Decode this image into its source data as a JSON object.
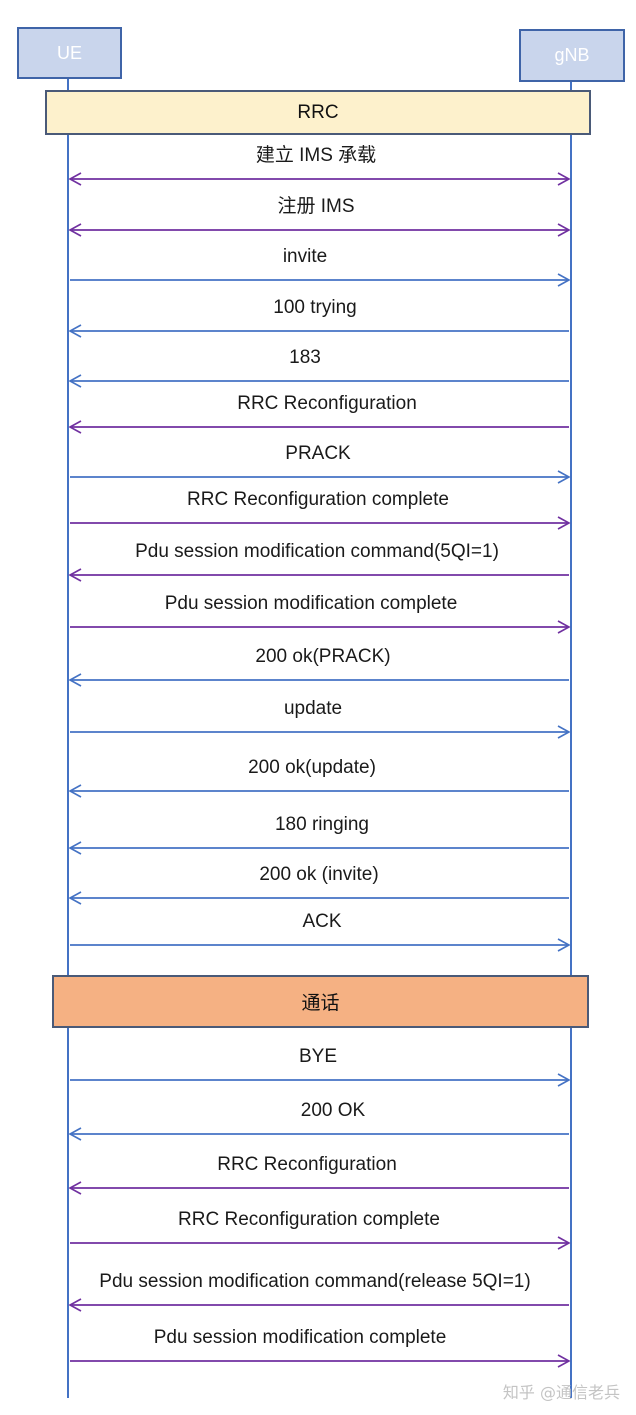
{
  "entities": {
    "ue": "UE",
    "gnb": "gNB"
  },
  "bands": {
    "rrc": "RRC",
    "call": "通话"
  },
  "colors": {
    "lifeline": "#4472c4",
    "blue_arrow": "#4472c4",
    "purple_arrow": "#7030a0",
    "rrc_band": "#fdf1cc",
    "call_band": "#f5b183",
    "entity_fill": "#c9d5ec",
    "entity_border": "#3f64a8"
  },
  "messages": [
    {
      "label": "建立 IMS 承载",
      "direction": "both",
      "color": "purple"
    },
    {
      "label": "注册 IMS",
      "direction": "both",
      "color": "purple"
    },
    {
      "label": "invite",
      "direction": "right",
      "color": "blue"
    },
    {
      "label": "100 trying",
      "direction": "left",
      "color": "blue"
    },
    {
      "label": "183",
      "direction": "left",
      "color": "blue"
    },
    {
      "label": "RRC Reconfiguration",
      "direction": "left",
      "color": "purple"
    },
    {
      "label": "PRACK",
      "direction": "right",
      "color": "blue"
    },
    {
      "label": "RRC Reconfiguration complete",
      "direction": "right",
      "color": "purple"
    },
    {
      "label": "Pdu session modification command(5QI=1)",
      "direction": "left",
      "color": "purple"
    },
    {
      "label": "Pdu session modification complete",
      "direction": "right",
      "color": "purple"
    },
    {
      "label": "200 ok(PRACK)",
      "direction": "left",
      "color": "blue"
    },
    {
      "label": "update",
      "direction": "right",
      "color": "blue"
    },
    {
      "label": "200 ok(update)",
      "direction": "left",
      "color": "blue"
    },
    {
      "label": "180 ringing",
      "direction": "left",
      "color": "blue"
    },
    {
      "label": "200 ok (invite)",
      "direction": "left",
      "color": "blue"
    },
    {
      "label": "ACK",
      "direction": "right",
      "color": "blue"
    },
    {
      "label": "BYE",
      "direction": "right",
      "color": "blue"
    },
    {
      "label": "200 OK",
      "direction": "left",
      "color": "blue"
    },
    {
      "label": "RRC Reconfiguration",
      "direction": "left",
      "color": "purple"
    },
    {
      "label": "RRC Reconfiguration complete",
      "direction": "right",
      "color": "purple"
    },
    {
      "label": "Pdu session modification command(release 5QI=1)",
      "direction": "left",
      "color": "purple"
    },
    {
      "label": "Pdu session modification complete",
      "direction": "right",
      "color": "purple"
    }
  ],
  "watermark": "知乎 @通信老兵"
}
